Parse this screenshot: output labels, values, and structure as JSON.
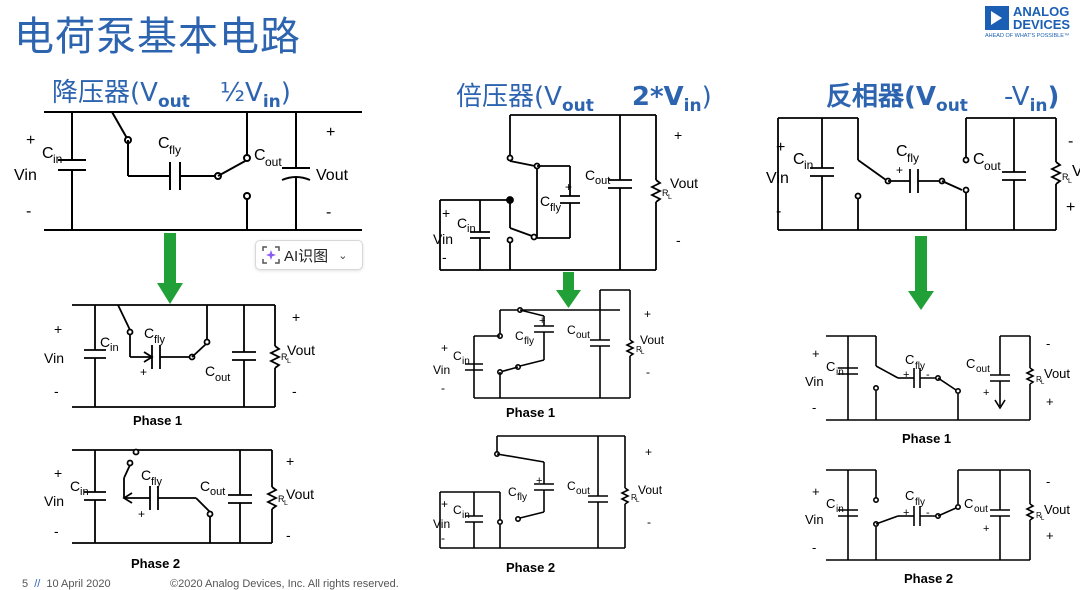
{
  "title": "电荷泵基本电路",
  "logo": {
    "line1": "ANALOG",
    "line2": "DEVICES",
    "tagline": "AHEAD OF WHAT'S POSSIBLE™"
  },
  "sections": [
    {
      "name": "降压器(V",
      "sub": "out",
      "mid": "½V",
      "sub2": "in",
      "close": ")"
    },
    {
      "name": "倍压器(V",
      "sub": "out",
      "mid": "2*V",
      "sub2": "in",
      "close": ")"
    },
    {
      "name": "反相器(V",
      "sub": "out",
      "mid": "-V",
      "sub2": "in",
      "close": ")"
    }
  ],
  "phase1": "Phase 1",
  "phase2": "Phase 2",
  "ai_button": {
    "label": "AI识图",
    "icon": "ai-scan-icon"
  },
  "footer": {
    "page": "5",
    "date": "10 April 2020",
    "copyright": "©2020 Analog Devices, Inc. All rights reserved."
  },
  "colors": {
    "title": "#2d64b0",
    "arrow": "#21a038",
    "logo": "#1a5fb4"
  }
}
